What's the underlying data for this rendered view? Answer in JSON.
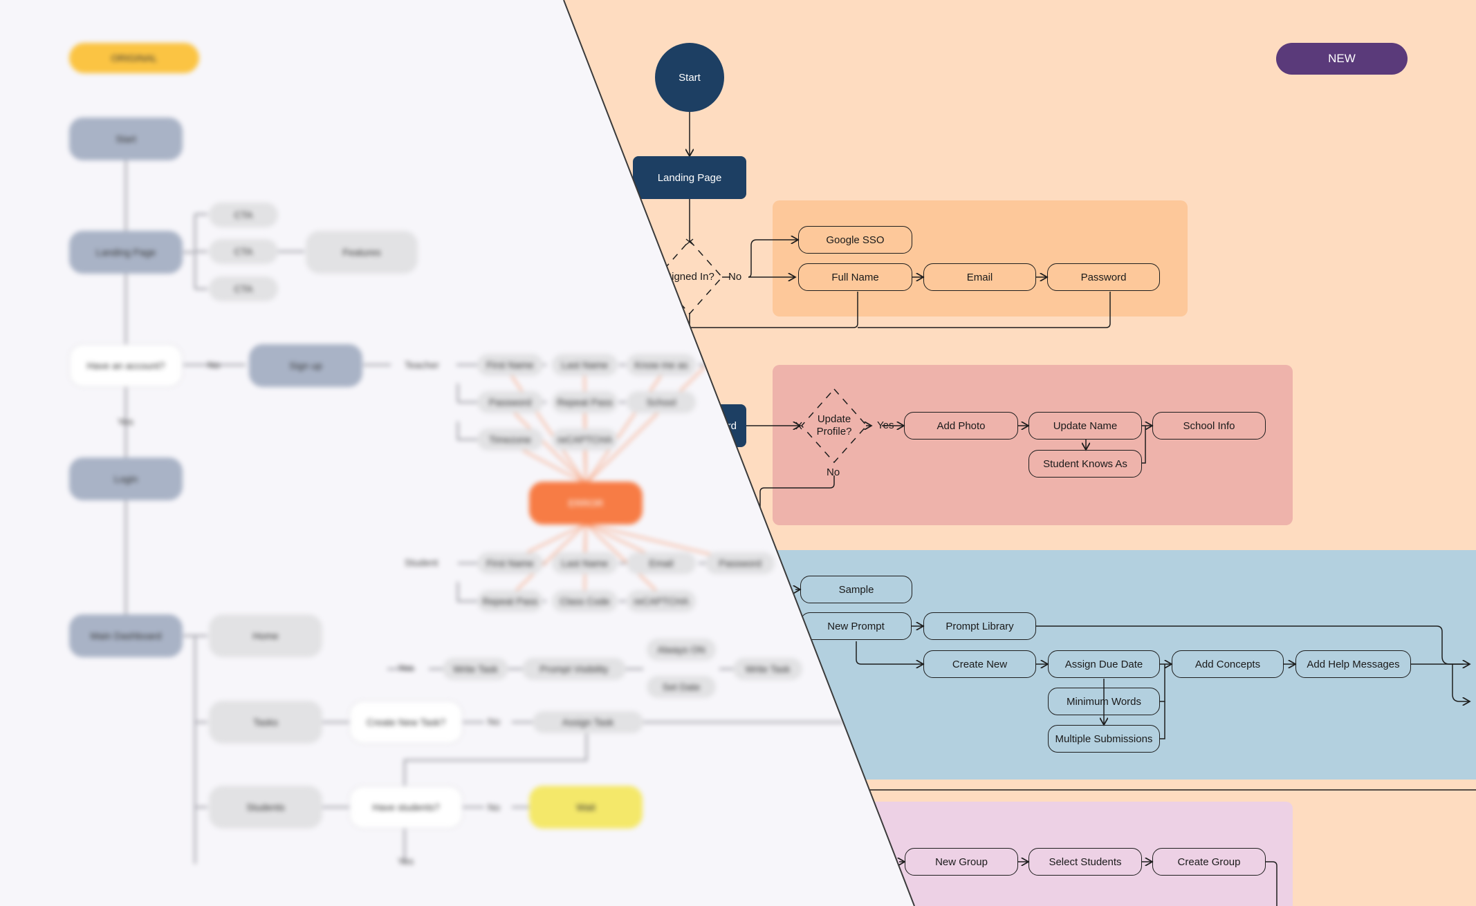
{
  "badges": {
    "original": "ORIGINAL",
    "new": "NEW"
  },
  "colors": {
    "background": "#fedcc0",
    "signin_zone": "#fdc89a",
    "profile_zone": "#eeb3ab",
    "prompt_zone": "#b3d0df",
    "group_zone": "#edd1e5",
    "dark_node": "#1d3f63",
    "new_badge": "#5a3a7a",
    "original_badge": "#fbc443",
    "error": "#f77c45",
    "wait": "#f4e86a"
  },
  "new": {
    "start": "Start",
    "landing_page": "Landing Page",
    "signed_in": "Signed In?",
    "no": "No",
    "google_sso": "Google SSO",
    "full_name": "Full Name",
    "email": "Email",
    "password": "Password",
    "dashboard_partial": "rd",
    "update_profile": "Update Profile?",
    "yes": "Yes",
    "add_photo": "Add Photo",
    "update_name": "Update Name",
    "school_info": "School Info",
    "student_knows_as": "Student Knows As",
    "sample": "Sample",
    "new_prompt": "New Prompt",
    "prompt_library": "Prompt Library",
    "create_new": "Create New",
    "assign_due_date": "Assign Due Date",
    "add_concepts": "Add Concepts",
    "add_help_messages": "Add Help Messages",
    "minimum_words": "Minimum Words",
    "multiple_submissions": "Multiple Submissions",
    "new_group": "New Group",
    "select_students": "Select Students",
    "create_group": "Create Group"
  },
  "original": {
    "start": "Start",
    "landing_page": "Landing Page",
    "cta": "CTA",
    "features": "Features",
    "have_account": "Have an account?",
    "no": "No",
    "yes": "Yes",
    "sign_up": "Sign up",
    "teacher": "Teacher",
    "student": "Student",
    "first_name": "First Name",
    "last_name": "Last Name",
    "know_me_as": "Know me as",
    "password": "Password",
    "repeat_pass": "Repeat Pass",
    "school": "School",
    "timezone": "Timezone",
    "recaptcha": "reCAPTCHA",
    "error": "ERROR",
    "email": "Email",
    "class_code": "Class Code",
    "login": "Login",
    "main_dashboard": "Main Dashboard",
    "home": "Home",
    "tasks": "Tasks",
    "students": "Students",
    "create_new_task": "Create New Task?",
    "write_task": "Write Task",
    "prompt_visibility": "Prompt Visibility",
    "always_on": "Always ON",
    "set_date": "Set Date",
    "assign_task": "Assign Task",
    "have_students": "Have students?",
    "wait": "Wait"
  }
}
